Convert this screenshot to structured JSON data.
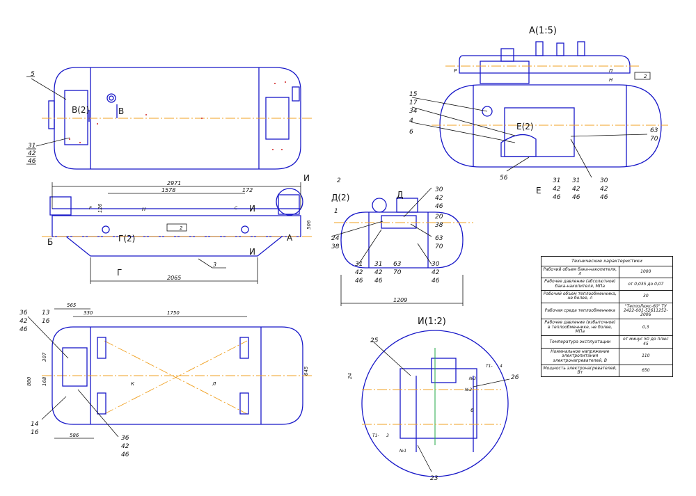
{
  "views": {
    "a_title": "А(1:5)",
    "i_title": "И(1:2)"
  },
  "labels": {
    "top": {
      "p5": "5",
      "v2": "В(2)",
      "v": "В",
      "p31": "31",
      "p42": "42",
      "p46": "46"
    },
    "front": {
      "d2971": "2971",
      "d1578": "1578",
      "d172": "172",
      "d126": "126",
      "d506": "506",
      "d2065": "2065",
      "i": "И",
      "i2": "И",
      "i3": "И",
      "b": "Б",
      "a": "А",
      "g2": "Г(2)",
      "g": "Г",
      "r": "Р",
      "n": "Н",
      "s": "С",
      "p3": "3",
      "tol": "2"
    },
    "side": {
      "p2": "2",
      "d2": "Д(2)",
      "d": "Д",
      "p1": "1",
      "p24": "24",
      "p38": "38",
      "p30": "30",
      "p42": "42",
      "p46": "46",
      "p20": "20",
      "p38b": "38",
      "p63": "63",
      "p70": "70",
      "p31a": "31",
      "p42a": "42",
      "p46a": "46",
      "p31b": "31",
      "p42b": "42",
      "p46b": "46",
      "p63b": "63",
      "p70b": "70",
      "p30b": "30",
      "p42c": "42",
      "p46c": "46",
      "d1209": "1209"
    },
    "av": {
      "p15": "15",
      "p17": "17",
      "p34": "34",
      "p4": "4",
      "p6": "6",
      "e2": "Е(2)",
      "e": "Е",
      "p56": "56",
      "p31": "31",
      "p42": "42",
      "p46": "46",
      "p31b": "31",
      "p42b": "42",
      "p46b": "46",
      "p30": "30",
      "p42c": "42",
      "p46c": "46",
      "p63": "63",
      "p70": "70",
      "r": "Р",
      "p": "П",
      "n": "Н",
      "tol": "2"
    },
    "plan": {
      "d565": "565",
      "d330": "330",
      "d1750": "1750",
      "d307": "307",
      "d168": "168",
      "d880": "880",
      "d645": "645",
      "d586": "586",
      "p36": "36",
      "p42": "42",
      "p46": "46",
      "p13": "13",
      "p16": "16",
      "p14": "14",
      "p16b": "16",
      "p36b": "36",
      "p42b": "42",
      "p46b": "46",
      "k": "К",
      "l": "Л"
    },
    "detail": {
      "p25": "25",
      "p26": "26",
      "p23": "23",
      "d24": "24",
      "d6": "6",
      "n1": "№1",
      "n2": "№2",
      "n3": "№3",
      "t1a": "Т1-",
      "t1a_num": "4",
      "t1b": "Т1-",
      "t1b_num": "3"
    }
  },
  "spec": {
    "title": "Технические характеристики",
    "rows": [
      {
        "param": "Рабочий объем бака-накопителя, л",
        "value": "1000"
      },
      {
        "param": "Рабочее давление (абсолютное) бака-накопителя, МПа",
        "value": "от 0,035 до 0,07"
      },
      {
        "param": "Рабочий объем теплообменника, не более, л",
        "value": "30"
      },
      {
        "param": "Рабочая среда теплообменника",
        "value": "\"ТеплоЛюкс-60\" ТУ 2422-001-52611252-2006"
      },
      {
        "param": "Рабочее давление (избыточное) в теплообменнике, не более, МПа",
        "value": "0,3"
      },
      {
        "param": "Температура эксплуатации",
        "value": "от минус 50 до плюс 45"
      },
      {
        "param": "Номинальное напряжение электропитания электронагревателей, В",
        "value": "110"
      },
      {
        "param": "Мощность электронагревателей, Вт",
        "value": "650"
      }
    ]
  },
  "colors": {
    "line": "#1818c8",
    "axis": "#f0a020",
    "text": "#111111",
    "accent": "#22aa44"
  }
}
